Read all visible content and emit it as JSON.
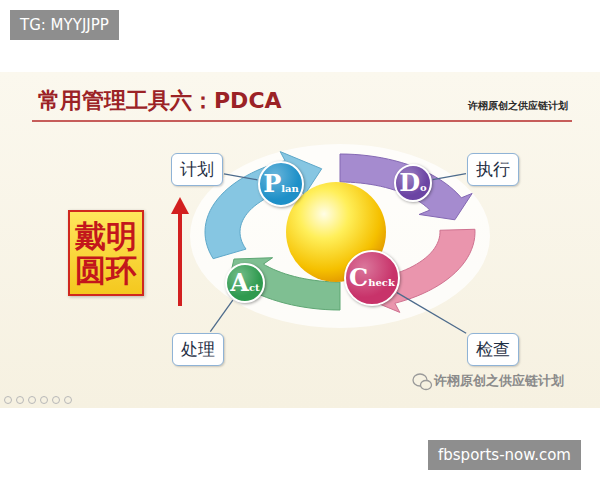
{
  "diagram": {
    "title": "常用管理工具六：PDCA",
    "nodes": [
      {
        "text": [
          "计划"
        ]
      },
      {
        "text": [
          "Plan"
        ]
      },
      {
        "text": [
          "Do"
        ]
      },
      {
        "text": [
          "执行"
        ]
      },
      {
        "text": [
          "戴明圆环"
        ]
      },
      {
        "text": [
          "Act"
        ]
      },
      {
        "text": [
          "Check"
        ]
      },
      {
        "text": [
          "处理"
        ]
      },
      {
        "text": [
          "检查"
        ]
      }
    ],
    "edges": [
      {
        "from": 0,
        "to": 1,
        "arrow": "none"
      },
      {
        "from": 3,
        "to": 2,
        "arrow": "none"
      },
      {
        "from": 7,
        "to": 5,
        "arrow": "none"
      },
      {
        "from": 8,
        "to": 6,
        "arrow": "none"
      }
    ],
    "labels": [
      "TG: MYYJJPP",
      "许栩原创之供应链计划",
      "许栩原创之供应链计划",
      "fbsports-now.com"
    ]
  }
}
